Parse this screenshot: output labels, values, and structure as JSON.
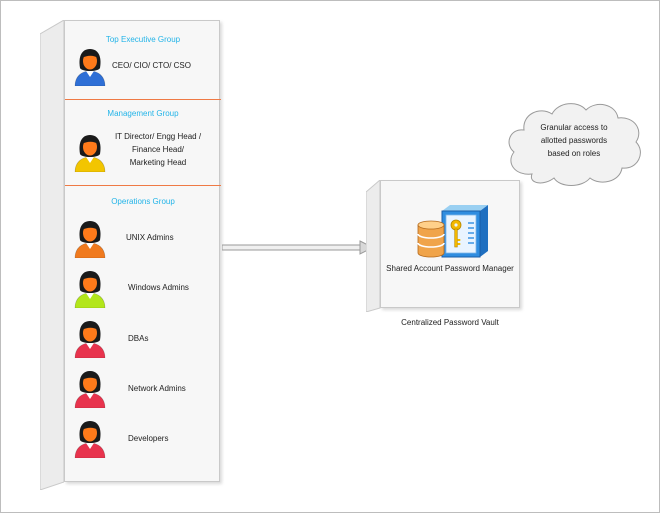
{
  "groups": {
    "top_executive": {
      "title": "Top Executive Group",
      "members": [
        {
          "label": "CEO/ CIO/ CTO/ CSO",
          "shirt_color": "#2e6fd6"
        }
      ]
    },
    "management": {
      "title": "Management Group",
      "members": [
        {
          "lines": [
            "IT Director/ Engg Head /",
            "Finance Head/",
            "Marketing Head"
          ],
          "shirt_color": "#f2c500"
        }
      ]
    },
    "operations": {
      "title": "Operations Group",
      "members": [
        {
          "label": "UNIX Admins",
          "shirt_color": "#f07a1e"
        },
        {
          "label": "Windows Admins",
          "shirt_color": "#b3e61b"
        },
        {
          "label": "DBAs",
          "shirt_color": "#e8334d"
        },
        {
          "label": "Network Admins",
          "shirt_color": "#e8334d"
        },
        {
          "label": "Developers",
          "shirt_color": "#e8334d"
        }
      ]
    }
  },
  "vault": {
    "label": "Shared Account Password Manager",
    "caption": "Centralized Password Vault"
  },
  "cloud": {
    "lines": [
      "Granular access to",
      "allotted passwords",
      "based on roles"
    ]
  },
  "colors": {
    "group_title": "#23b4e8",
    "separator": "#ef7a45",
    "skin": "#ff7a1a",
    "hair": "#1a1a1a"
  },
  "icons": [
    "person-icon",
    "database-icon",
    "key-icon",
    "server-icon",
    "cloud-icon",
    "arrow-icon"
  ]
}
